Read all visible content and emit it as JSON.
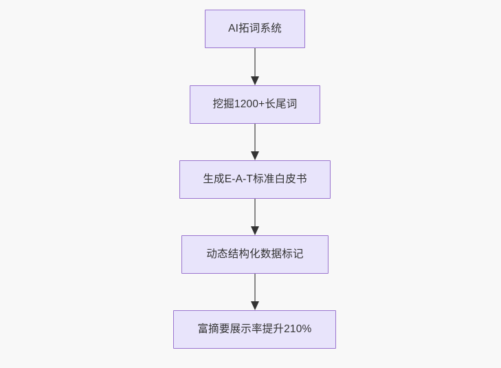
{
  "diagram": {
    "type": "flowchart",
    "direction": "top-to-bottom",
    "background_color": "#f8f8f8",
    "node_fill_color": "#e8e4fb",
    "node_border_color": "#9a74cf",
    "node_text_color": "#333333",
    "edge_line_color": "#888888",
    "edge_arrow_color": "#333333",
    "nodes": [
      {
        "id": "n1",
        "label": "AI拓词系统"
      },
      {
        "id": "n2",
        "label": "挖掘1200+长尾词"
      },
      {
        "id": "n3",
        "label": "生成E-A-T标准白皮书"
      },
      {
        "id": "n4",
        "label": "动态结构化数据标记"
      },
      {
        "id": "n5",
        "label": "富摘要展示率提升210%"
      }
    ],
    "edges": [
      {
        "from": "n1",
        "to": "n2",
        "label": ""
      },
      {
        "from": "n2",
        "to": "n3",
        "label": ""
      },
      {
        "from": "n3",
        "to": "n4",
        "label": ""
      },
      {
        "from": "n4",
        "to": "n5",
        "label": ""
      }
    ]
  }
}
